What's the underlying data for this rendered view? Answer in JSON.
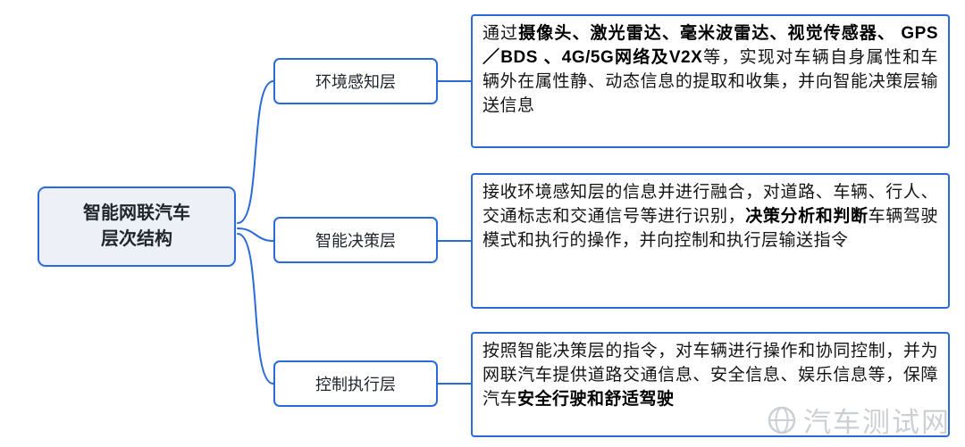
{
  "accent_color": "#2b6bd8",
  "root": {
    "line1": "智能网联汽车",
    "line2": "层次结构"
  },
  "layers": [
    {
      "name": "环境感知层",
      "desc": [
        {
          "t": "通过",
          "b": false
        },
        {
          "t": "摄像头、激光雷达、毫米波雷达、视觉传感器、 GPS／BDS 、4G/5G网络及V2X",
          "b": true
        },
        {
          "t": "等，实现对车辆自身属性和车辆外在属性静、动态信息的提取和收集，并向智能决策层输送信息",
          "b": false
        }
      ]
    },
    {
      "name": "智能决策层",
      "desc": [
        {
          "t": "接收环境感知层的信息并进行融合，对道路、车辆、行人、交通标志和交通信号等进行识别，",
          "b": false
        },
        {
          "t": "决策分析和判断",
          "b": true
        },
        {
          "t": "车辆驾驶模式和执行的操作，并向控制和执行层输送指令",
          "b": false
        }
      ]
    },
    {
      "name": "控制执行层",
      "desc": [
        {
          "t": "按照智能决策层的指令，对车辆进行操作和协同控制，并为网联汽车提供道路交通信息、安全信息、娱乐信息等，保障汽车",
          "b": false
        },
        {
          "t": "安全行驶和舒适驾驶",
          "b": true
        }
      ]
    }
  ],
  "watermark": {
    "label": "汽车测试网",
    "icon": "globe-icon"
  }
}
